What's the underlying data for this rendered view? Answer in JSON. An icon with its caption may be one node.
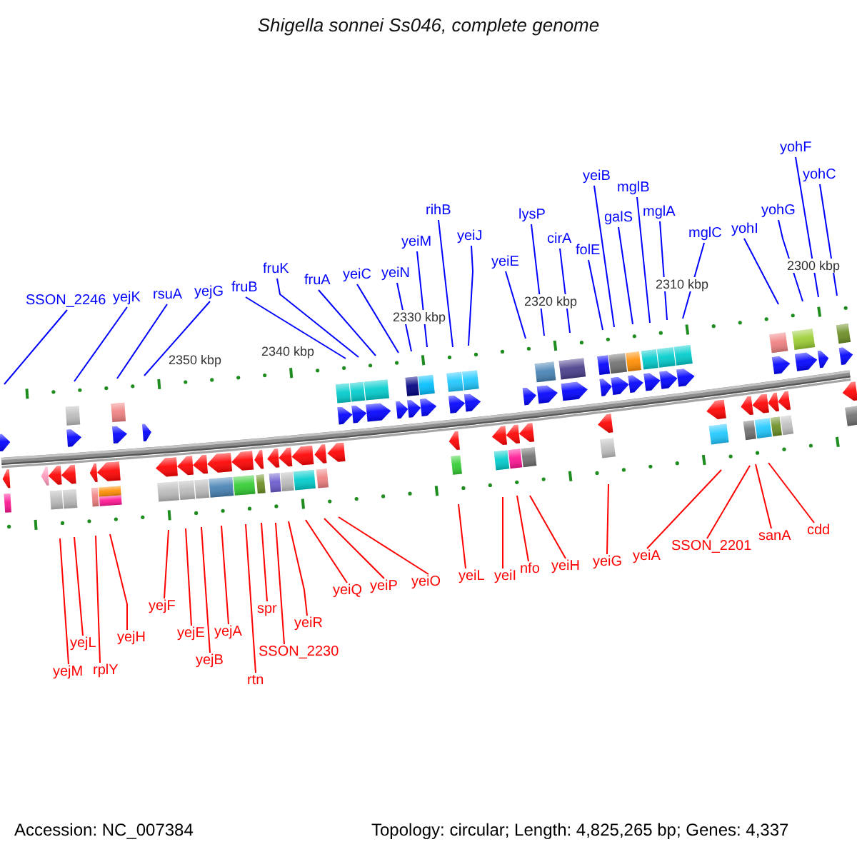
{
  "diagram": {
    "title": "Shigella sonnei Ss046, complete genome",
    "nodes": [
      {
        "text": [
          "SSON_2246"
        ]
      },
      {
        "text": [
          "yejK"
        ]
      },
      {
        "text": [
          "rsuA"
        ]
      },
      {
        "text": [
          "yejG"
        ]
      },
      {
        "text": [
          "fruB"
        ]
      },
      {
        "text": [
          "fruK"
        ]
      },
      {
        "text": [
          "fruA"
        ]
      },
      {
        "text": [
          "yeiC"
        ]
      },
      {
        "text": [
          "yeiN"
        ]
      },
      {
        "text": [
          "yeiM"
        ]
      },
      {
        "text": [
          "rihB"
        ]
      },
      {
        "text": [
          "yeiJ"
        ]
      },
      {
        "text": [
          "yeiE"
        ]
      },
      {
        "text": [
          "lysP"
        ]
      },
      {
        "text": [
          "cirA"
        ]
      },
      {
        "text": [
          "folE"
        ]
      },
      {
        "text": [
          "yeiB"
        ]
      },
      {
        "text": [
          "galS"
        ]
      },
      {
        "text": [
          "mglB"
        ]
      },
      {
        "text": [
          "mglA"
        ]
      },
      {
        "text": [
          "mglC"
        ]
      },
      {
        "text": [
          "yohI"
        ]
      },
      {
        "text": [
          "yohG"
        ]
      },
      {
        "text": [
          "yohF"
        ]
      },
      {
        "text": [
          "yohC"
        ]
      },
      {
        "text": [
          "yejM"
        ]
      },
      {
        "text": [
          "yejL"
        ]
      },
      {
        "text": [
          "rplY"
        ]
      },
      {
        "text": [
          "yejH"
        ]
      },
      {
        "text": [
          "yejF"
        ]
      },
      {
        "text": [
          "yejE"
        ]
      },
      {
        "text": [
          "yejB"
        ]
      },
      {
        "text": [
          "yejA"
        ]
      },
      {
        "text": [
          "rtn"
        ]
      },
      {
        "text": [
          "SSON_2230"
        ]
      },
      {
        "text": [
          "spr"
        ]
      },
      {
        "text": [
          "yeiR"
        ]
      },
      {
        "text": [
          "yeiQ"
        ]
      },
      {
        "text": [
          "yeiP"
        ]
      },
      {
        "text": [
          "yeiO"
        ]
      },
      {
        "text": [
          "yeiL"
        ]
      },
      {
        "text": [
          "yeiI"
        ]
      },
      {
        "text": [
          "nfo"
        ]
      },
      {
        "text": [
          "yeiH"
        ]
      },
      {
        "text": [
          "yeiG"
        ]
      },
      {
        "text": [
          "yeiA"
        ]
      },
      {
        "text": [
          "SSON_2201"
        ]
      },
      {
        "text": [
          "sanA"
        ]
      },
      {
        "text": [
          "cdd"
        ]
      }
    ],
    "edges": [
      {
        "from": 0,
        "to": null,
        "arrow": "none"
      },
      {
        "from": 1,
        "to": null,
        "arrow": "none"
      },
      {
        "from": 2,
        "to": null,
        "arrow": "none"
      },
      {
        "from": 3,
        "to": null,
        "arrow": "none"
      },
      {
        "from": 4,
        "to": null,
        "arrow": "none"
      },
      {
        "from": 5,
        "to": null,
        "arrow": "none"
      },
      {
        "from": 6,
        "to": null,
        "arrow": "none"
      },
      {
        "from": 7,
        "to": null,
        "arrow": "none"
      },
      {
        "from": 8,
        "to": null,
        "arrow": "none"
      },
      {
        "from": 9,
        "to": null,
        "arrow": "none"
      },
      {
        "from": 10,
        "to": null,
        "arrow": "none"
      },
      {
        "from": 11,
        "to": null,
        "arrow": "none"
      },
      {
        "from": 12,
        "to": null,
        "arrow": "none"
      },
      {
        "from": 13,
        "to": null,
        "arrow": "none"
      },
      {
        "from": 14,
        "to": null,
        "arrow": "none"
      },
      {
        "from": 15,
        "to": null,
        "arrow": "none"
      },
      {
        "from": 16,
        "to": null,
        "arrow": "none"
      },
      {
        "from": 17,
        "to": null,
        "arrow": "none"
      },
      {
        "from": 18,
        "to": null,
        "arrow": "none"
      },
      {
        "from": 19,
        "to": null,
        "arrow": "none"
      },
      {
        "from": 20,
        "to": null,
        "arrow": "none"
      },
      {
        "from": 21,
        "to": null,
        "arrow": "none"
      },
      {
        "from": 22,
        "to": null,
        "arrow": "none"
      },
      {
        "from": 23,
        "to": null,
        "arrow": "none"
      },
      {
        "from": 24,
        "to": null,
        "arrow": "none"
      },
      {
        "from": 25,
        "to": null,
        "arrow": "none",
        "color": "#ff0000"
      },
      {
        "from": 26,
        "to": null,
        "arrow": "none",
        "color": "#ff0000"
      },
      {
        "from": 27,
        "to": null,
        "arrow": "none",
        "color": "#ff0000"
      },
      {
        "from": 28,
        "to": null,
        "arrow": "none",
        "color": "#ff0000"
      },
      {
        "from": 29,
        "to": null,
        "arrow": "none",
        "color": "#ff0000"
      },
      {
        "from": 30,
        "to": null,
        "arrow": "none",
        "color": "#ff0000"
      },
      {
        "from": 31,
        "to": null,
        "arrow": "none",
        "color": "#ff0000"
      },
      {
        "from": 32,
        "to": null,
        "arrow": "none",
        "color": "#ff0000"
      },
      {
        "from": 33,
        "to": null,
        "arrow": "none",
        "color": "#ff0000"
      },
      {
        "from": 34,
        "to": null,
        "arrow": "none",
        "color": "#ff0000"
      },
      {
        "from": 35,
        "to": null,
        "arrow": "none",
        "color": "#ff0000"
      },
      {
        "from": 36,
        "to": null,
        "arrow": "none",
        "color": "#ff0000"
      },
      {
        "from": 37,
        "to": null,
        "arrow": "none",
        "color": "#ff0000"
      },
      {
        "from": 38,
        "to": null,
        "arrow": "none",
        "color": "#ff0000"
      },
      {
        "from": 39,
        "to": null,
        "arrow": "none",
        "color": "#ff0000"
      },
      {
        "from": 40,
        "to": null,
        "arrow": "none",
        "color": "#ff0000"
      },
      {
        "from": 41,
        "to": null,
        "arrow": "none",
        "color": "#ff0000"
      },
      {
        "from": 42,
        "to": null,
        "arrow": "none",
        "color": "#ff0000"
      },
      {
        "from": 43,
        "to": null,
        "arrow": "none",
        "color": "#ff0000"
      },
      {
        "from": 44,
        "to": null,
        "arrow": "none",
        "color": "#ff0000"
      },
      {
        "from": 45,
        "to": null,
        "arrow": "none",
        "color": "#ff0000"
      },
      {
        "from": 46,
        "to": null,
        "arrow": "none",
        "color": "#ff0000"
      },
      {
        "from": 47,
        "to": null,
        "arrow": "none",
        "color": "#ff0000"
      },
      {
        "from": 48,
        "to": null,
        "arrow": "none",
        "color": "#ff0000"
      }
    ],
    "labels": [
      "2350 kbp",
      "2340 kbp",
      "2330 kbp",
      "2320 kbp",
      "2310 kbp",
      "2300 kbp",
      "Accession: NC_007384",
      "Topology: circular; Length: 4,825,265 bp; Genes: 4,337"
    ]
  }
}
